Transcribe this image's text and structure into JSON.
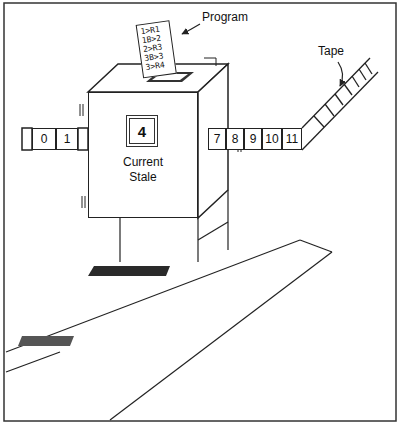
{
  "diagram": {
    "nodes": [
      {
        "text": [
          "1>R1 1B>2 2>R3 3B>3 3>R4"
        ]
      },
      {
        "text": [
          "0"
        ]
      },
      {
        "text": [
          "1"
        ]
      },
      {
        "text": [
          "Current Stale"
        ]
      },
      {
        "text": [
          "4"
        ],
        "in": 3
      },
      {
        "text": [
          "7"
        ]
      },
      {
        "text": [
          "8"
        ]
      },
      {
        "text": [
          "9"
        ]
      },
      {
        "text": [
          "10"
        ]
      },
      {
        "text": [
          "11"
        ]
      }
    ],
    "labels": [
      "Program",
      "Tape"
    ]
  }
}
